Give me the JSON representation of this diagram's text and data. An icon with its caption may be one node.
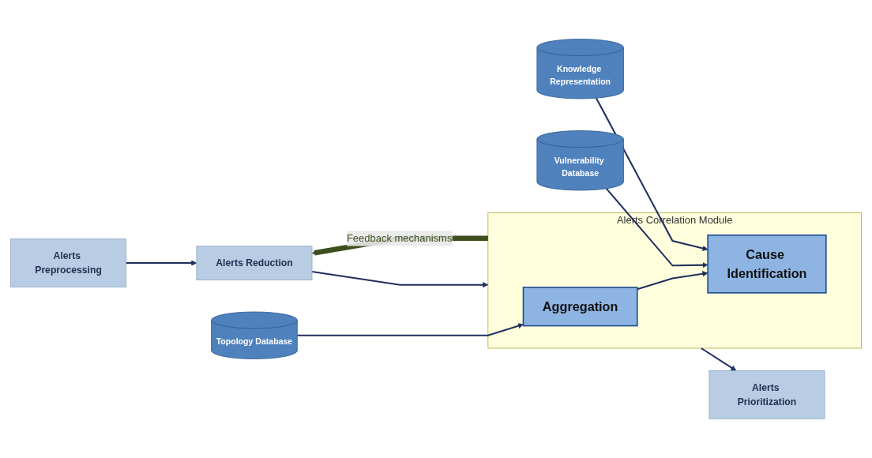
{
  "diagram": {
    "nodes": [
      {
        "text": [
          "Alerts Preprocessing"
        ]
      },
      {
        "text": [
          "Alerts Reduction"
        ]
      },
      {
        "text": [
          "Alerts Correlation Module"
        ]
      },
      {
        "text": [
          "Aggregation"
        ],
        "in": 2
      },
      {
        "text": [
          "Cause Identification"
        ],
        "in": 2
      },
      {
        "text": [
          "Topology Database"
        ]
      },
      {
        "text": [
          "Vulnerability Database"
        ]
      },
      {
        "text": [
          "Knowledge Representation"
        ]
      },
      {
        "text": [
          "Alerts Prioritization"
        ]
      }
    ],
    "edges": [
      {
        "from": 0,
        "to": 1,
        "arrow": "to"
      },
      {
        "from": 1,
        "to": 2,
        "arrow": "to"
      },
      {
        "from": 3,
        "to": 4,
        "arrow": "to"
      },
      {
        "from": 5,
        "to": 3,
        "arrow": "to"
      },
      {
        "from": 6,
        "to": 4,
        "arrow": "to"
      },
      {
        "from": 7,
        "to": 4,
        "arrow": "to"
      },
      {
        "from": 2,
        "to": 8,
        "arrow": "to"
      },
      {
        "from": 2,
        "to": 1,
        "arrow": "to",
        "label": "Feedback mechanisms",
        "style": "thick",
        "color": "#3d4f1c"
      }
    ]
  }
}
